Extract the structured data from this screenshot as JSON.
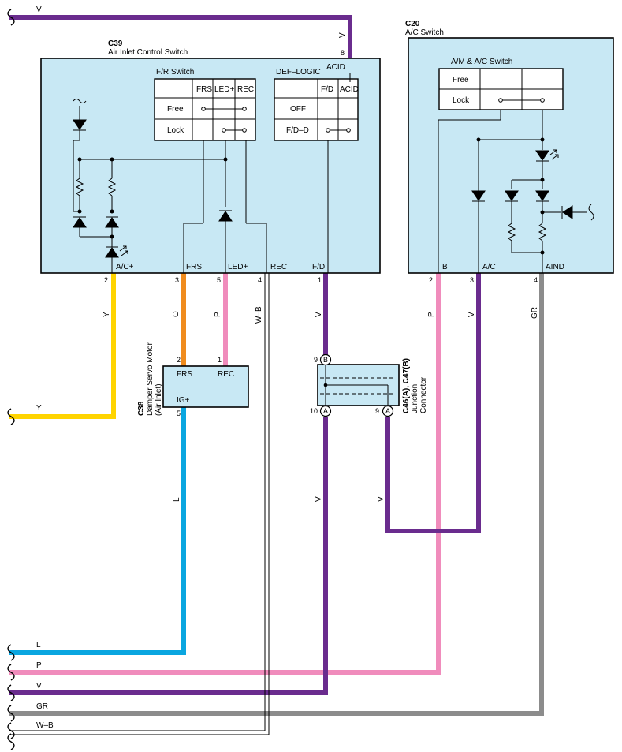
{
  "components": {
    "c39": {
      "id": "C39",
      "name": "Air Inlet Control Switch"
    },
    "c20": {
      "id": "C20",
      "name": "A/C Switch"
    },
    "c38": {
      "id": "C38",
      "name": "Damper Servo Motor",
      "sub": "(Air Inlet)"
    },
    "jc": {
      "id": "C46(A), C47(B)",
      "name": "Junction",
      "sub": "Connector"
    }
  },
  "switches": {
    "fr": {
      "title": "F/R Switch",
      "cols": [
        "FRS",
        "LED+",
        "REC"
      ],
      "rows": [
        "Free",
        "Lock"
      ]
    },
    "def": {
      "title": "DEF–LOGIC",
      "cols": [
        "F/D",
        "ACID"
      ],
      "rows": [
        "OFF",
        "F/D–D"
      ]
    },
    "am": {
      "title": "A/M & A/C Switch",
      "rows": [
        "Free",
        "Lock"
      ]
    }
  },
  "terminals": {
    "c39": [
      {
        "pin": "2",
        "name": "A/C+"
      },
      {
        "pin": "3",
        "name": "FRS"
      },
      {
        "pin": "5",
        "name": "LED+"
      },
      {
        "pin": "4",
        "name": "REC"
      },
      {
        "pin": "1",
        "name": "F/D"
      },
      {
        "pin": "8",
        "name": "ACID"
      }
    ],
    "c20": [
      {
        "pin": "2",
        "name": "B"
      },
      {
        "pin": "3",
        "name": "A/C"
      },
      {
        "pin": "4",
        "name": "AIND"
      }
    ],
    "c38": [
      {
        "pin": "2",
        "name": "FRS"
      },
      {
        "pin": "1",
        "name": "REC"
      },
      {
        "pin": "5",
        "name": "IG+"
      }
    ],
    "jc": [
      {
        "pin": "9",
        "conn": "B"
      },
      {
        "pin": "10",
        "conn": "A"
      },
      {
        "pin": "9",
        "conn": "A"
      }
    ]
  },
  "wire_colors": {
    "V": "#6a2c8e",
    "Y": "#ffd400",
    "O": "#f08c1e",
    "P": "#f08cbc",
    "L": "#0aa6e0",
    "GR": "#8c8c8c",
    "W-B": "#000000"
  },
  "wire_labels": {
    "v": "V",
    "y": "Y",
    "o": "O",
    "p": "P",
    "l": "L",
    "gr": "GR",
    "wb": "W–B"
  }
}
